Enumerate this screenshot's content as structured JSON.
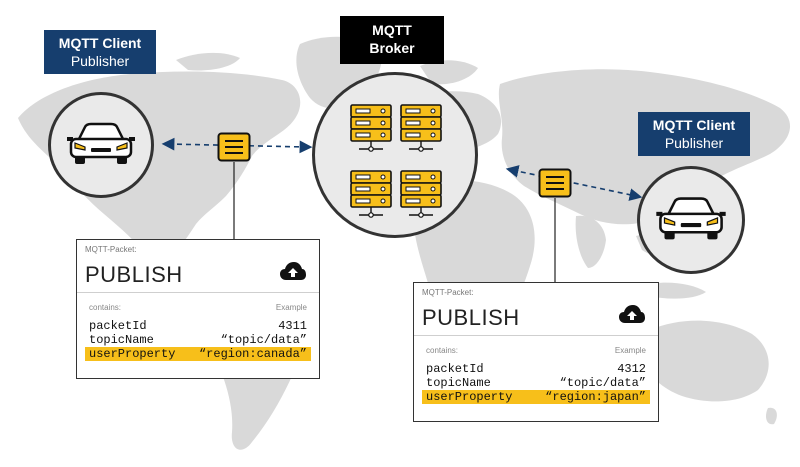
{
  "broker": {
    "line1": "MQTT",
    "line2": "Broker"
  },
  "publisher_left": {
    "line1": "MQTT Client",
    "line2": "Publisher"
  },
  "publisher_right": {
    "line1": "MQTT Client",
    "line2": "Publisher"
  },
  "packet_left": {
    "type_label": "MQTT-Packet:",
    "title": "PUBLISH",
    "contains_label": "contains:",
    "example_label": "Example",
    "rows": [
      {
        "key": "packetId",
        "value": "4311"
      },
      {
        "key": "topicName",
        "value": "“topic/data”"
      },
      {
        "key": "userProperty",
        "value": "“region:canada”"
      }
    ]
  },
  "packet_right": {
    "type_label": "MQTT-Packet:",
    "title": "PUBLISH",
    "contains_label": "contains:",
    "example_label": "Example",
    "rows": [
      {
        "key": "packetId",
        "value": "4312"
      },
      {
        "key": "topicName",
        "value": "“topic/data”"
      },
      {
        "key": "userProperty",
        "value": "“region:japan”"
      }
    ]
  },
  "colors": {
    "navy": "#163e6e",
    "black": "#000000",
    "yellow": "#f7bf1a",
    "map_gray": "#d9d9d9",
    "circle_fill": "#eaeaea",
    "outline": "#333333"
  },
  "icons": [
    "car-icon",
    "server-icon",
    "message-icon",
    "cloud-upload-icon",
    "dashed-arrow-icon"
  ]
}
